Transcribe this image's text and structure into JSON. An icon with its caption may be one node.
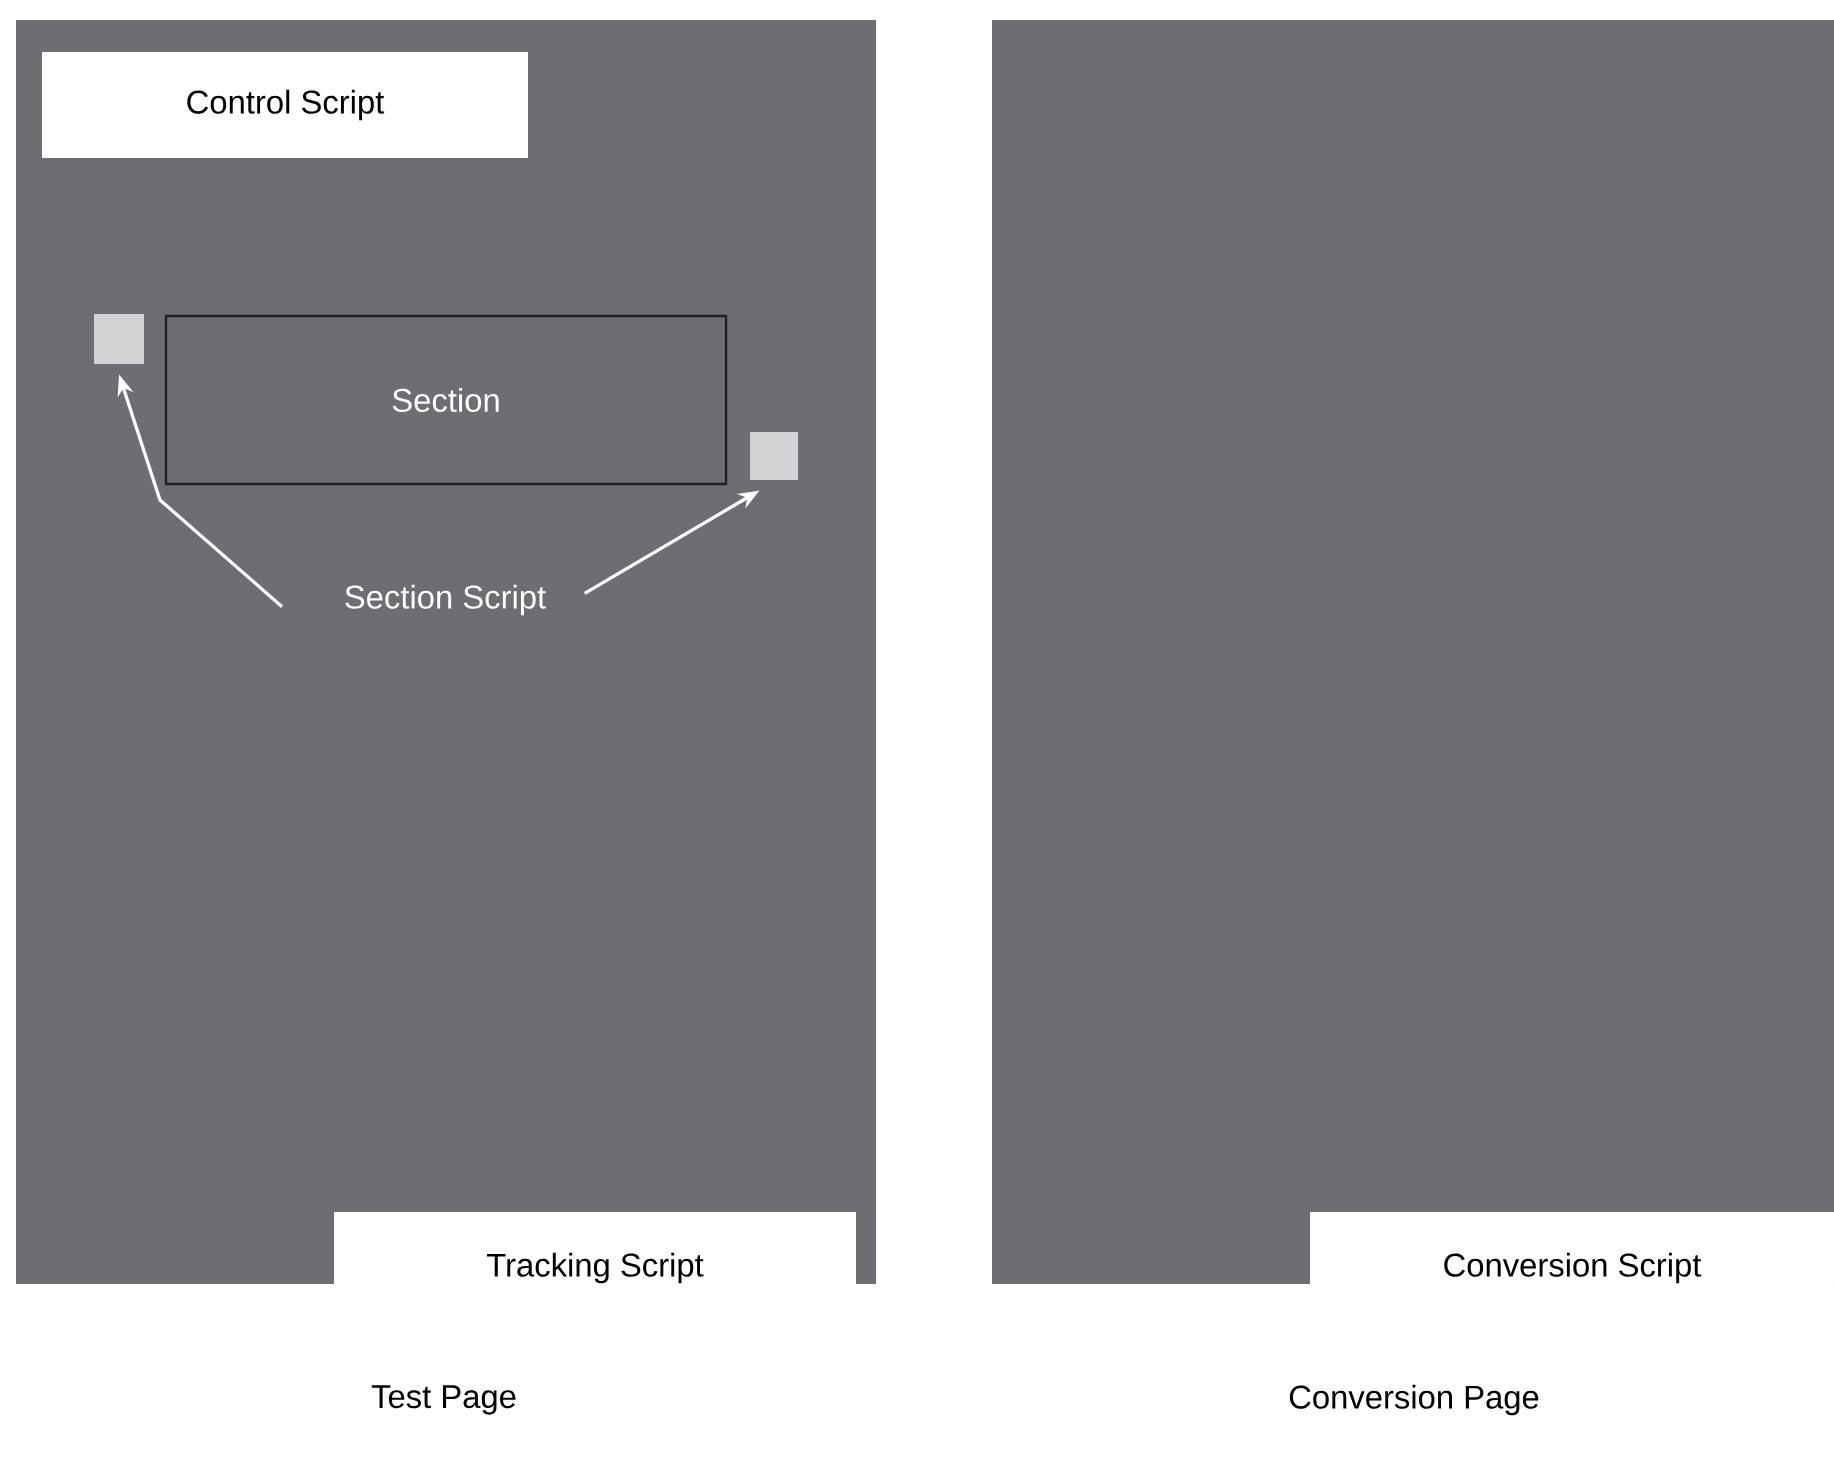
{
  "diagram": {
    "nodes": [
      {
        "text": [],
        "shape": "box",
        "beside": [
          "Test Page"
        ]
      },
      {
        "text": [
          "Control Script"
        ],
        "in": 0
      },
      {
        "text": [
          "Section"
        ],
        "in": 0
      },
      {
        "text": [],
        "shape": "box",
        "in": 0
      },
      {
        "text": [],
        "shape": "box",
        "in": 0
      },
      {
        "text": [
          "Section Script"
        ],
        "in": 0
      },
      {
        "text": [
          "Tracking Script"
        ]
      },
      {
        "text": [],
        "shape": "box",
        "beside": [
          "Conversion Page"
        ]
      },
      {
        "text": [
          "Conversion Script"
        ]
      }
    ],
    "edges": [
      {
        "from": 5,
        "to": 3,
        "arrow": "to"
      },
      {
        "from": 5,
        "to": 4,
        "arrow": "to"
      }
    ]
  }
}
